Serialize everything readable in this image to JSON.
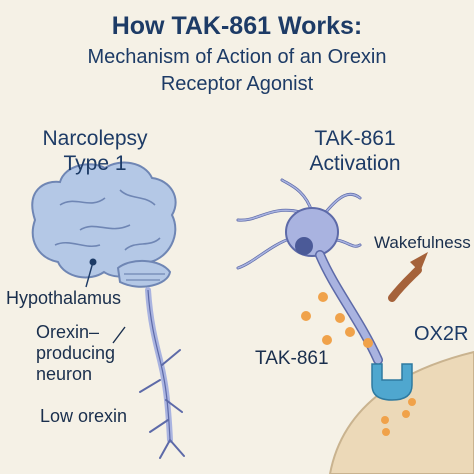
{
  "title": "How TAK-861 Works:",
  "subtitle_line1": "Mechanism of Action of an Orexin",
  "subtitle_line2": "Receptor Agonist",
  "left_panel": {
    "heading_line1": "Narcolepsy",
    "heading_line2": "Type 1",
    "label_hypothalamus": "Hypothalamus",
    "label_neuron_line1": "Orexin–",
    "label_neuron_line2": "producing",
    "label_neuron_line3": "neuron",
    "label_low_orexin": "Low orexin"
  },
  "right_panel": {
    "heading_line1": "TAK-861",
    "heading_line2": "Activation",
    "label_wakefulness": "Wakefulness",
    "label_receptor": "OX2R",
    "label_drug": "TAK-861"
  },
  "colors": {
    "brain": "#b4c8e6",
    "brain_outline": "#6f86b4",
    "neuron": "#a9b3e0",
    "neuron_outline": "#5d6aa8",
    "drug_dots": "#f0a24a",
    "receptor": "#4fa7cf",
    "arrow": "#a5623a",
    "cell": "#ecd9b8"
  }
}
